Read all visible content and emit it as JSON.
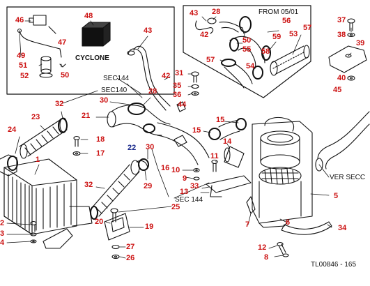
{
  "colors": {
    "callout": "#cc1111",
    "callout_alt": "#1a2a8c",
    "line": "#111111",
    "background": "#ffffff"
  },
  "labels": {
    "from_0501": "FROM 05/01",
    "cyclone": "CYCLONE",
    "sec144_a": "SEC144",
    "sec140": "SEC140",
    "sec144_b": "SEC 144",
    "ver_secc": "VER SECC",
    "drawing_no": "TL00846 - 165"
  },
  "callouts": {
    "c46": "46",
    "c48": "48",
    "c47": "47",
    "c49": "49",
    "c51": "51",
    "c52": "52",
    "c50": "50",
    "c43a": "43",
    "c28a": "28",
    "c42a": "42",
    "c56": "56",
    "c55": "55",
    "c50b": "50",
    "c59": "59",
    "c53": "53",
    "c57a": "57",
    "c57b": "57",
    "c58": "58",
    "c54": "54",
    "c37": "37",
    "c38": "38",
    "c39": "39",
    "c40": "40",
    "c45": "45",
    "c43b": "43",
    "c42b": "42",
    "c31": "31",
    "c35": "35",
    "c36": "36",
    "c44": "44",
    "c28b": "28",
    "c30a": "30",
    "c21": "21",
    "c32a": "32",
    "c23": "23",
    "c24": "24",
    "c18": "18",
    "c17": "17",
    "c1": "1",
    "c15a": "15",
    "c15b": "15",
    "c14": "14",
    "c11": "11",
    "c22": "22",
    "c30b": "30",
    "c16": "16",
    "c10": "10",
    "c9": "9",
    "c29": "29",
    "c32b": "32",
    "c33": "33",
    "c13": "13",
    "c25": "25",
    "c20": "20",
    "c19": "19",
    "c2": "2",
    "c3": "3",
    "c4": "4",
    "c27": "27",
    "c26": "26",
    "c7": "7",
    "c6": "6",
    "c5": "5",
    "c34": "34",
    "c12": "12",
    "c8": "8"
  }
}
